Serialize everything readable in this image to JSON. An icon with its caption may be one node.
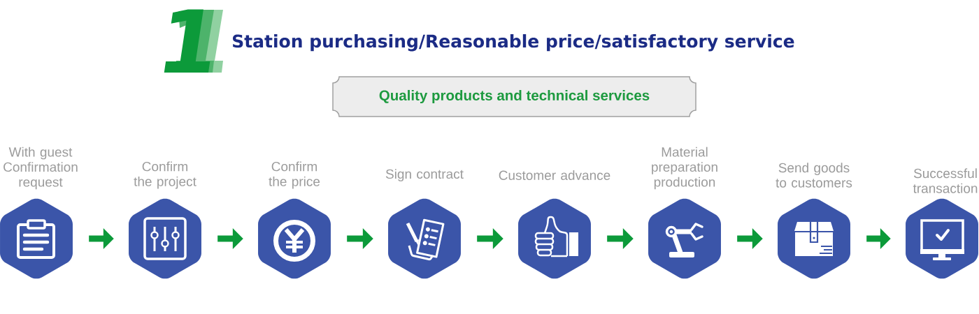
{
  "diagram": {
    "title": "Station purchasing/Reasonable price/satisfactory service",
    "nodes": [
      {
        "text": [
          "Quality products and technical services"
        ]
      },
      {
        "text": [
          "With guest Confirmation request"
        ]
      },
      {
        "text": [
          "Confirm the project"
        ]
      },
      {
        "text": [
          "Confirm the price"
        ]
      },
      {
        "text": [
          "Sign contract"
        ]
      },
      {
        "text": [
          "Customer advance"
        ]
      },
      {
        "text": [
          "Material preparation production"
        ]
      },
      {
        "text": [
          "Send goods to customers"
        ]
      },
      {
        "text": [
          "Successful transaction"
        ]
      }
    ],
    "edges": [
      {
        "from": 1,
        "to": 2,
        "arrow": "to"
      },
      {
        "from": 2,
        "to": 3,
        "arrow": "to"
      },
      {
        "from": 3,
        "to": 4,
        "arrow": "to"
      },
      {
        "from": 4,
        "to": 5,
        "arrow": "to"
      },
      {
        "from": 5,
        "to": 6,
        "arrow": "to"
      },
      {
        "from": 6,
        "to": 7,
        "arrow": "to"
      },
      {
        "from": 7,
        "to": 8,
        "arrow": "to"
      }
    ],
    "labels": [
      "1"
    ]
  }
}
